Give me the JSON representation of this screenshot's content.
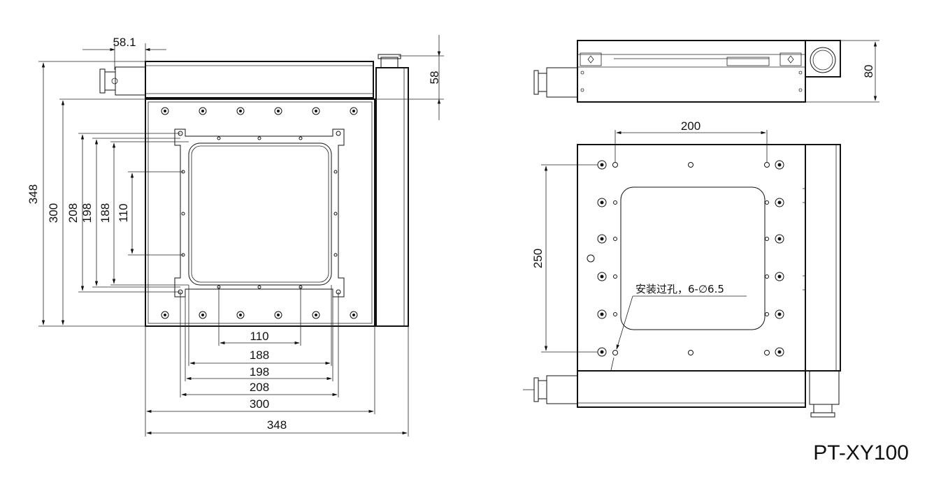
{
  "title": "PT-XY100",
  "note": "安装过孔，6-∅6.5",
  "left_view": {
    "top_dims": {
      "offset": "58.1",
      "height": "58"
    },
    "vertical_dims": [
      "348",
      "300",
      "208",
      "198",
      "188",
      "110"
    ],
    "horizontal_dims": [
      "110",
      "188",
      "198",
      "208",
      "300",
      "348"
    ]
  },
  "right_view": {
    "side_height": "80",
    "hole_spacing_x": "200",
    "hole_spacing_y": "250"
  }
}
